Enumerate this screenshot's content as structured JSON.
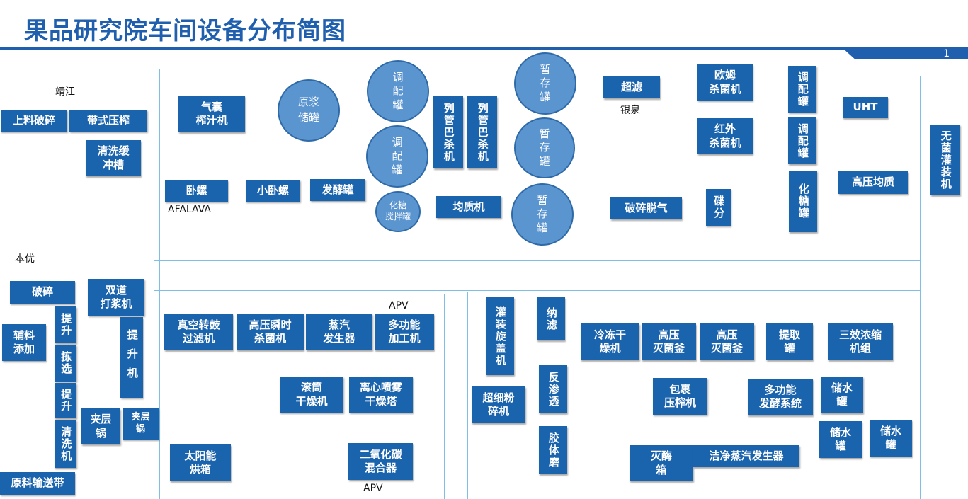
{
  "title": "果品研究院车间设备分布简图",
  "page_number": "1",
  "labels": {
    "jingjiang": "靖江",
    "benyou": "本优",
    "afalava": "AFALAVA",
    "yinquan": "银泉",
    "apv_top": "APV",
    "apv_bottom": "APV"
  },
  "equipment": {
    "feed_crusher": "上料破碎",
    "belt_press": "带式压榨",
    "wash_buffer_tank": "清洗缓\n冲槽",
    "airbag_juicer": "气囊\n榨汁机",
    "horizontal_screw": "卧螺",
    "small_horizontal_screw": "小卧螺",
    "fermentation_tank": "发酵罐",
    "homogenizer": "均质机",
    "tubular_pasteurizer_1": "列管巴杀机",
    "tubular_pasteurizer_2": "列管巴杀机",
    "ultrafiltration": "超滤",
    "ohmic_sterilizer": "欧姆\n杀菌机",
    "infrared_sterilizer": "红外\n杀菌机",
    "blending_tank_1": "调配罐",
    "blending_tank_2": "调配罐",
    "sugar_tank": "化糖罐",
    "uht": "UHT",
    "high_pressure_homogenizer": "高压均质",
    "aseptic_filler": "无菌灌装机",
    "crush_degas": "破碎脱气",
    "disc_separator": "碟分",
    "crusher": "破碎",
    "double_beater": "双道\n打浆机",
    "additive_feed": "辅料\n添加",
    "elevator_1": "提升",
    "sorting": "拣选",
    "elevator_2": "提升",
    "washer": "清洗机",
    "raw_conveyor": "原料输送带",
    "elevator_3": "提升机",
    "jacketed_kettle_1": "夹层\n锅",
    "jacketed_kettle_2": "夹层\n锅",
    "vacuum_drum_filter": "真空转鼓\n过滤机",
    "hp_instant_sterilizer": "高压瞬时\n杀菌机",
    "steam_generator": "蒸汽\n发生器",
    "multi_processor": "多功能\n加工机",
    "drum_dryer": "滚筒\n干燥机",
    "spray_dryer": "离心喷雾\n干燥塔",
    "solar_oven": "太阳能\n烘箱",
    "co2_mixer": "二氧化碳\n混合器",
    "capping_filler": "灌装旋盖机",
    "nanofiltration": "纳滤",
    "reverse_osmosis": "反渗透",
    "colloid_mill": "胶体磨",
    "superfine_crusher": "超细粉\n碎机",
    "freeze_dryer": "冷冻干\n燥机",
    "hp_sterilizer_kettle_1": "高压\n灭菌釜",
    "hp_sterilizer_kettle_2": "高压\n灭菌釜",
    "extraction_tank": "提取\n罐",
    "triple_evaporator": "三效浓缩\n机组",
    "wrap_press": "包裹\n压榨机",
    "multi_fermentation": "多功能\n发酵系统",
    "water_tank_1": "储水\n罐",
    "water_tank_2": "储水\n罐",
    "water_tank_3": "储水\n罐",
    "enzyme_kill_box": "灭酶\n箱",
    "clean_steam_generator": "洁净蒸汽发生器"
  },
  "tanks": {
    "raw_pulp": "原浆\n储罐",
    "blend_1": "调\n配\n罐",
    "blend_2": "调\n配\n罐",
    "sugar_mixer": "化糖\n搅拌罐",
    "temp_1": "暂\n存\n罐",
    "temp_2": "暂\n存\n罐",
    "temp_3": "暂\n存\n罐"
  }
}
